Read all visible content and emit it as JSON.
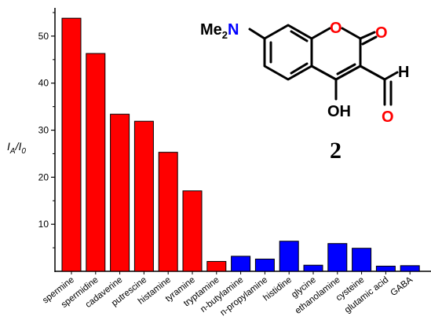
{
  "chart_data": {
    "type": "bar",
    "ylabel_main": "I",
    "ylabel_sub1": "A",
    "ylabel_sep": "/I",
    "ylabel_sub2": "0",
    "ylim": [
      0,
      56
    ],
    "yticks": [
      10,
      20,
      30,
      40,
      50
    ],
    "categories": [
      "spermine",
      "spermidine",
      "cadaverine",
      "putrescine",
      "histamine",
      "tyramine",
      "tryptamine",
      "n-butylamine",
      "n-propylamine",
      "histidine",
      "glycine",
      "ethanolamine",
      "cysteine",
      "glutamic acid",
      "GABA"
    ],
    "values": [
      53.8,
      46.3,
      33.4,
      31.9,
      25.3,
      17.1,
      2.1,
      3.2,
      2.6,
      6.4,
      1.3,
      5.9,
      4.9,
      1.1,
      1.2
    ],
    "bar_colors": [
      "#ff0000",
      "#ff0000",
      "#ff0000",
      "#ff0000",
      "#ff0000",
      "#ff0000",
      "#ff0000",
      "#0000ff",
      "#0000ff",
      "#0000ff",
      "#0000ff",
      "#0000ff",
      "#0000ff",
      "#0000ff",
      "#0000ff"
    ],
    "grid": false
  },
  "structure": {
    "substituent": "Me",
    "substituent_sub": "2",
    "nitrogen": "N",
    "ring_oxygen": "O",
    "carbonyl_oxygen": "O",
    "hydroxyl": "OH",
    "aldehyde_oxygen": "O",
    "aldehyde_hydrogen": "H",
    "compound_number": "2",
    "colors": {
      "nitrogen": "#0000ff",
      "oxygen": "#ff0000",
      "bond": "#000000"
    }
  }
}
